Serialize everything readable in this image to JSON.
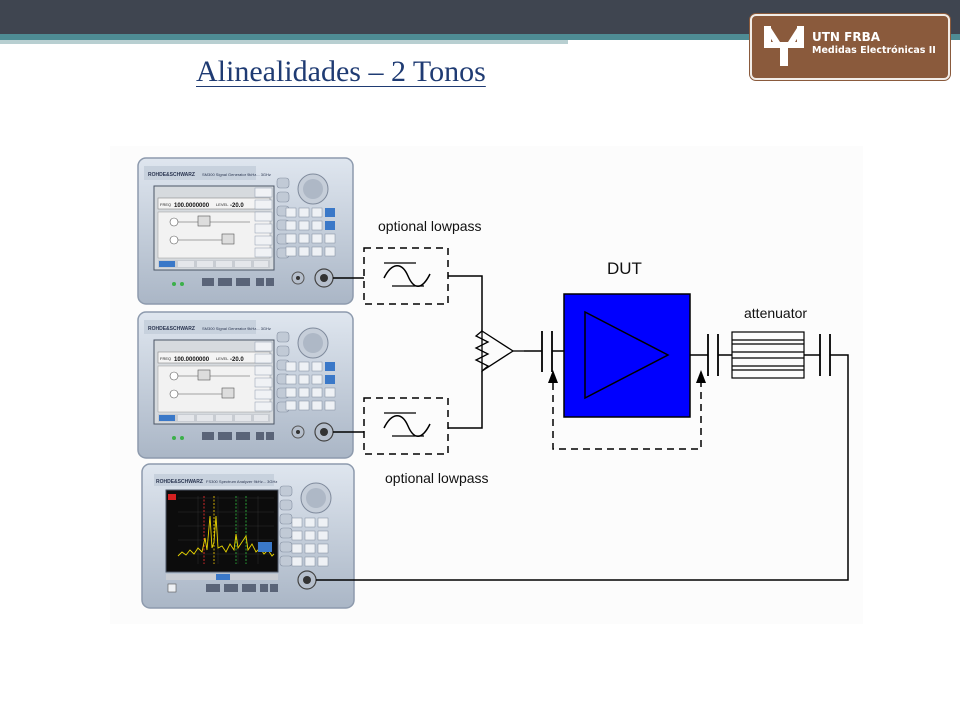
{
  "header": {
    "title": "Alinealidades – 2 Tonos",
    "logo": {
      "line1": "UTN FRBA",
      "line2": "Medidas Electrónicas II"
    }
  },
  "diagram": {
    "labels": {
      "lowpass_top": "optional lowpass",
      "lowpass_bottom": "optional lowpass",
      "dut": "DUT",
      "attenuator": "attenuator"
    },
    "generator": {
      "brand": "ROHDE&SCHWARZ",
      "model": "SM300 Signal Generator 9kHz... 3GHz",
      "freq_label": "FREQ",
      "freq_value": "100.0000000",
      "level_label": "LEVEL",
      "level_value": "-20.0"
    },
    "analyzer": {
      "brand": "ROHDE&SCHWARZ",
      "model": "FS300 Spectrum Analyzer 9kHz... 3GHz"
    },
    "colors": {
      "dut_fill": "#0000ff",
      "accent": "#4e8c94",
      "logo": "#8a5a3c"
    }
  }
}
